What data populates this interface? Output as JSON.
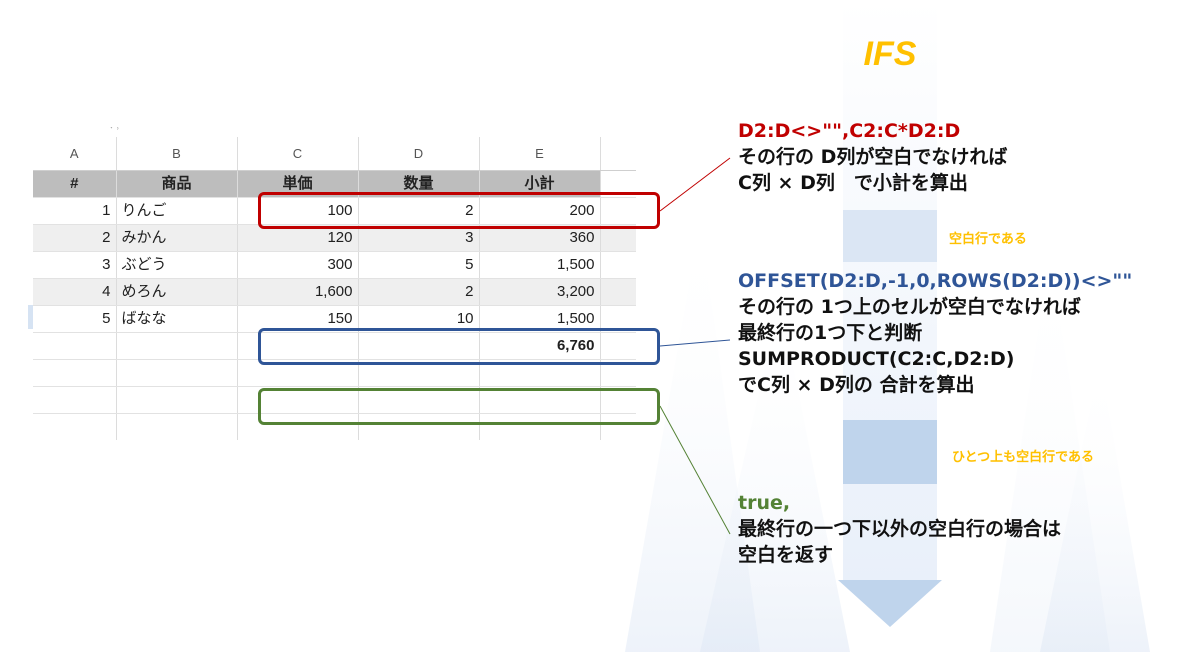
{
  "sheet": {
    "columns": [
      "A",
      "B",
      "C",
      "D",
      "E"
    ],
    "headers": [
      "#",
      "商品",
      "単価",
      "数量",
      "小計"
    ],
    "rows": [
      {
        "n": "1",
        "item": "りんご",
        "price": "100",
        "qty": "2",
        "subtotal": "200"
      },
      {
        "n": "2",
        "item": "みかん",
        "price": "120",
        "qty": "3",
        "subtotal": "360"
      },
      {
        "n": "3",
        "item": "ぶどう",
        "price": "300",
        "qty": "5",
        "subtotal": "1,500"
      },
      {
        "n": "4",
        "item": "めろん",
        "price": "1,600",
        "qty": "2",
        "subtotal": "3,200"
      },
      {
        "n": "5",
        "item": "ばなな",
        "price": "150",
        "qty": "10",
        "subtotal": "1,500"
      }
    ],
    "total": "6,760"
  },
  "flow": {
    "title": "IFS",
    "note1": "空白行である",
    "note2": "ひとつ上も空白行である"
  },
  "annotations": {
    "case1": {
      "formula": "D2:D<>\"\",C2:C*D2:D",
      "line1": "その行の D列が空白でなければ",
      "line2": "C列 × D列　で小計を算出"
    },
    "case2": {
      "formula": "OFFSET(D2:D,-1,0,ROWS(D2:D))<>\"\"",
      "line1": "その行の 1つ上のセルが空白でなければ",
      "line2": "最終行の1つ下と判断",
      "line3": "SUMPRODUCT(C2:C,D2:D)",
      "line4": "でC列 × D列の 合計を算出"
    },
    "case3": {
      "formula": "true,",
      "line1": "最終行の一つ下以外の空白行の場合は",
      "line2": "空白を返す"
    }
  },
  "colors": {
    "red": "#c00000",
    "blue": "#2f5597",
    "green": "#548235",
    "accent": "#ffc000",
    "header_gray": "#bdbdbd"
  }
}
